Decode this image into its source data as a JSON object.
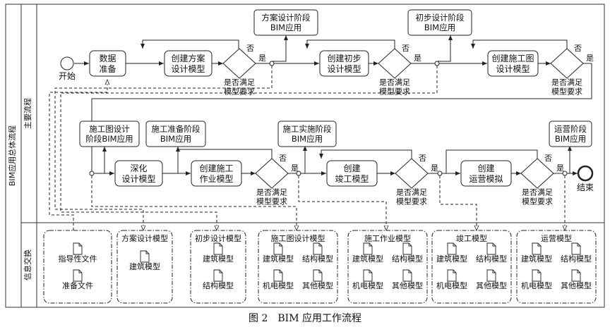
{
  "title": "BIM应用总体流程",
  "lanes": {
    "main": "主要流程",
    "info": "信息交换"
  },
  "events": {
    "start": "开始",
    "end": "结束"
  },
  "labels": {
    "no": "否",
    "yes": "是"
  },
  "decision": [
    "是否满足",
    "模型要求"
  ],
  "tasks": [
    {
      "id": "t1",
      "lines": [
        "数据",
        "准备"
      ]
    },
    {
      "id": "t2",
      "lines": [
        "创建方案",
        "设计模型"
      ]
    },
    {
      "id": "t3",
      "lines": [
        "创建初步",
        "设计模型"
      ]
    },
    {
      "id": "t4",
      "lines": [
        "创建施工图",
        "设计模型"
      ]
    },
    {
      "id": "t5",
      "lines": [
        "深化",
        "设计模型"
      ]
    },
    {
      "id": "t6",
      "lines": [
        "创建施工",
        "作业模型"
      ]
    },
    {
      "id": "t7",
      "lines": [
        "创建",
        "竣工模型"
      ]
    },
    {
      "id": "t8",
      "lines": [
        "创建",
        "运营模拟"
      ]
    }
  ],
  "applications": [
    {
      "id": "a1",
      "lines": [
        "方案设计阶段",
        "BIM应用"
      ]
    },
    {
      "id": "a2",
      "lines": [
        "初步设计阶段",
        "BIM应用"
      ]
    },
    {
      "id": "a3",
      "lines": [
        "施工图设计",
        "阶段BIM应用"
      ]
    },
    {
      "id": "a4",
      "lines": [
        "施工准备阶段",
        "BIM应用"
      ]
    },
    {
      "id": "a5",
      "lines": [
        "施工实施阶段",
        "BIM应用"
      ]
    },
    {
      "id": "a6",
      "lines": [
        "运营阶段",
        "BIM应用"
      ]
    }
  ],
  "models": [
    {
      "id": "m1",
      "title": "",
      "docs": [
        "指导性文件",
        "准备文件"
      ]
    },
    {
      "id": "m2",
      "title": "方案设计模型",
      "docs": [
        "建筑模型"
      ]
    },
    {
      "id": "m3",
      "title": "初步设计模型",
      "docs": [
        "建筑模型",
        "结构模型"
      ]
    },
    {
      "id": "m4",
      "title": "施工图设计模型",
      "docs": [
        "建筑模型",
        "结构模型",
        "机电模型",
        "其他模型"
      ]
    },
    {
      "id": "m5",
      "title": "施工作业模型",
      "docs": [
        "建筑模型",
        "结构模型",
        "机电模型",
        "其他模型"
      ]
    },
    {
      "id": "m6",
      "title": "竣工模型",
      "docs": [
        "建筑模型",
        "结构模型",
        "机电模型",
        "其他模型"
      ]
    },
    {
      "id": "m7",
      "title": "运营模型",
      "docs": [
        "建筑模型",
        "结构模型",
        "机电模型",
        "其他模型"
      ]
    }
  ],
  "caption": "图 2　BIM 应用工作流程"
}
